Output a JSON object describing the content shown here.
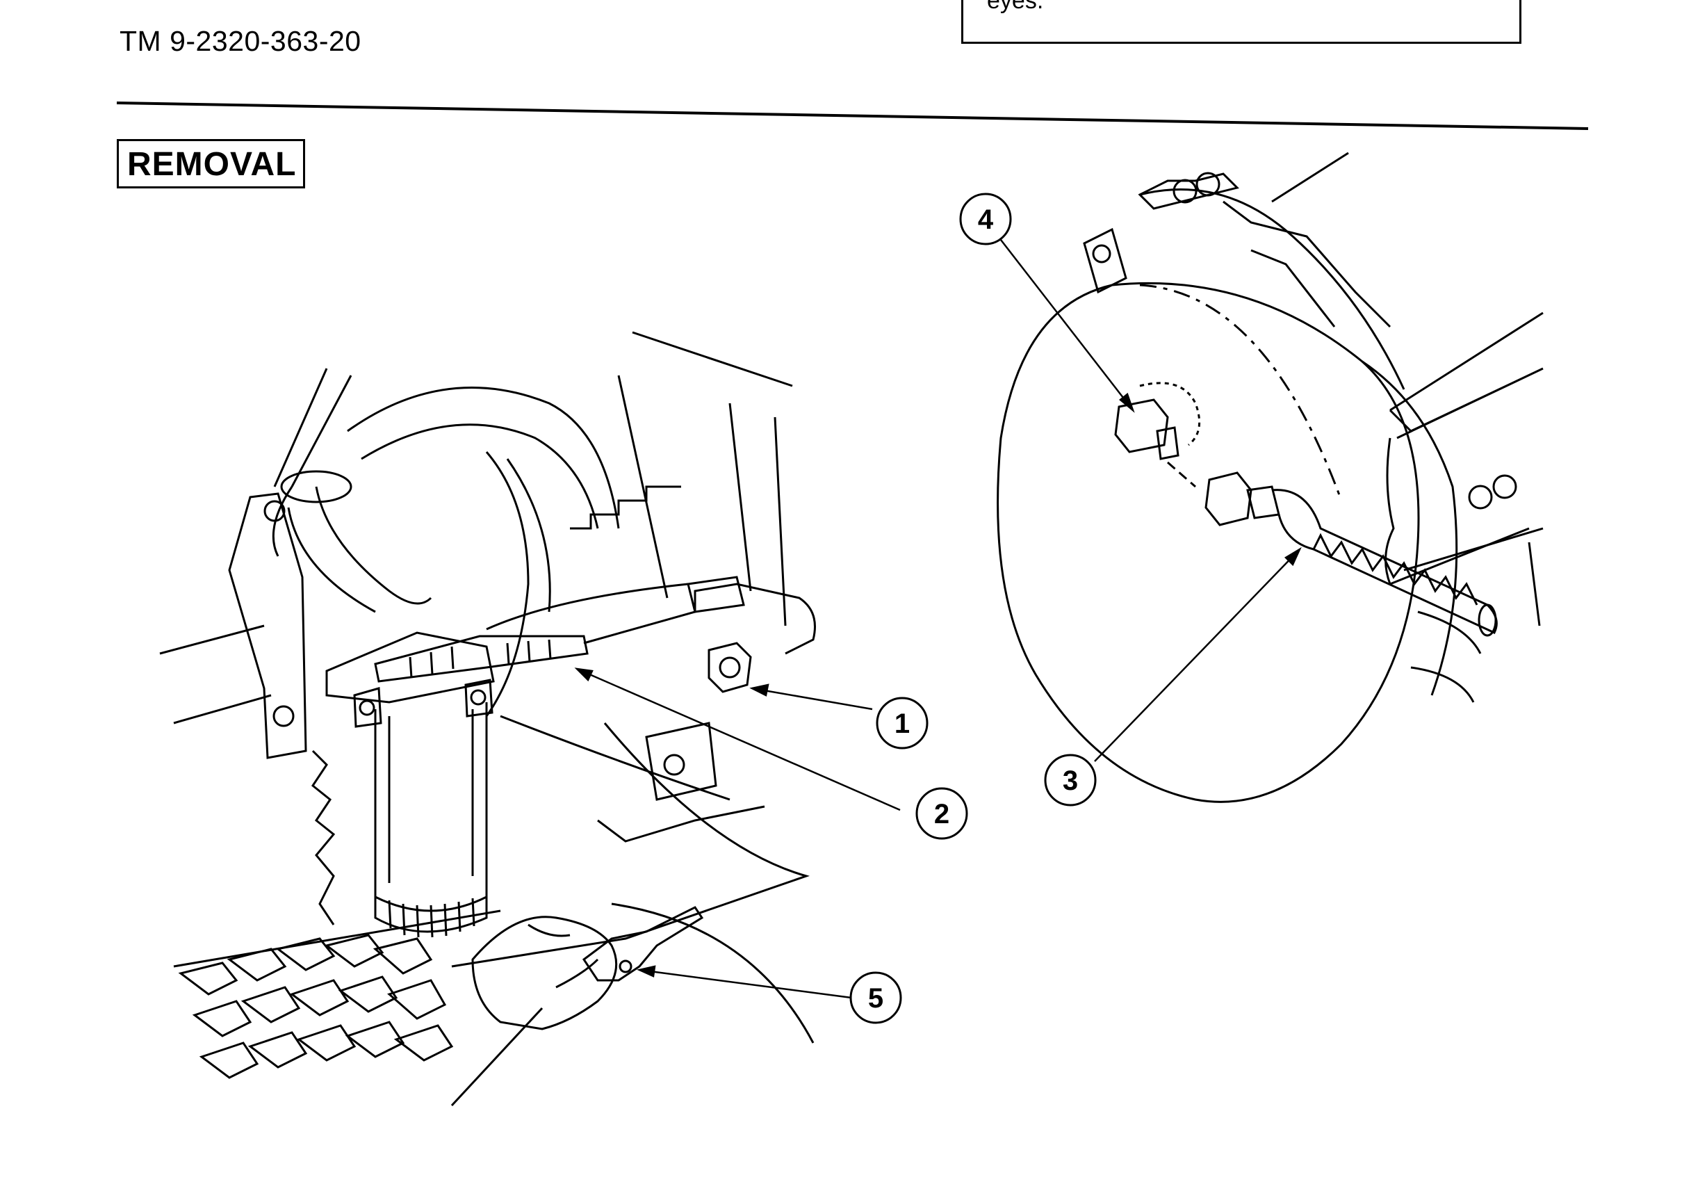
{
  "header": {
    "tm_number": "TM  9-2320-363-20",
    "top_fragment": "...",
    "warning_fragment": "eyes."
  },
  "section": {
    "label": "REMOVAL"
  },
  "callouts": [
    {
      "id": "1",
      "label": "1"
    },
    {
      "id": "2",
      "label": "2"
    },
    {
      "id": "3",
      "label": "3"
    },
    {
      "id": "4",
      "label": "4"
    },
    {
      "id": "5",
      "label": "5"
    }
  ],
  "colors": {
    "ink": "#000000",
    "paper": "#ffffff"
  }
}
